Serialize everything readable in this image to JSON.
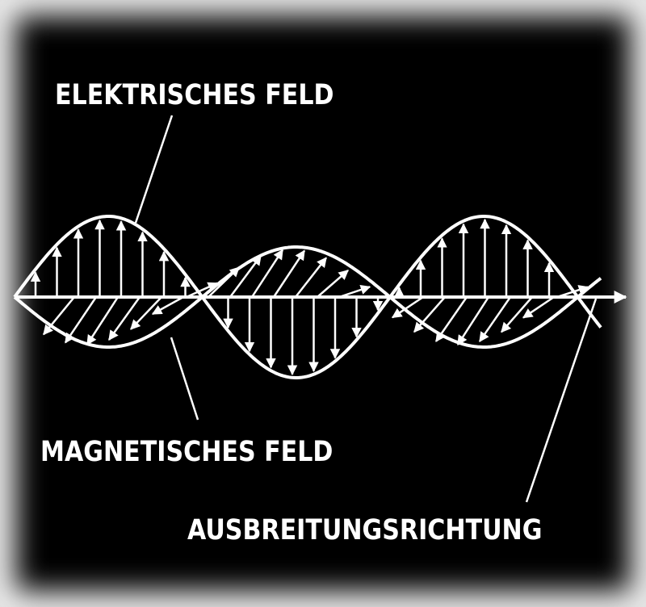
{
  "labels": {
    "electric_field": "ELEKTRISCHES FELD",
    "magnetic_field": "MAGNETISCHES FELD",
    "propagation": "AUSBREITUNGSRICHTUNG"
  },
  "colors": {
    "background": "#000000",
    "foreground": "#ffffff"
  }
}
